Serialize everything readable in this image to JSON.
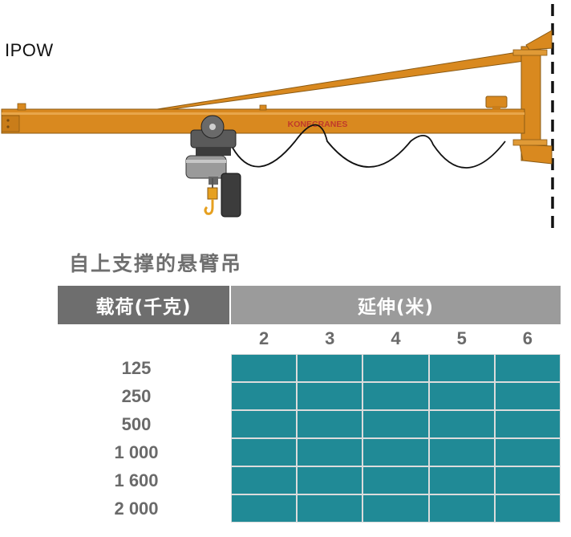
{
  "model_name": "IPOW",
  "brand": "KONECRANES",
  "caption": "自上支撑的悬臂吊",
  "table": {
    "load_header": "载荷(千克)",
    "reach_header": "延伸(米)",
    "reach_values": [
      "2",
      "3",
      "4",
      "5",
      "6"
    ],
    "load_values": [
      "125",
      "250",
      "500",
      "1 000",
      "1 600",
      "2 000"
    ]
  },
  "colors": {
    "crane": "#d9891f",
    "cell": "#208a96",
    "load_header_bg": "#6e6e6e",
    "reach_header_bg": "#9b9b9b"
  }
}
